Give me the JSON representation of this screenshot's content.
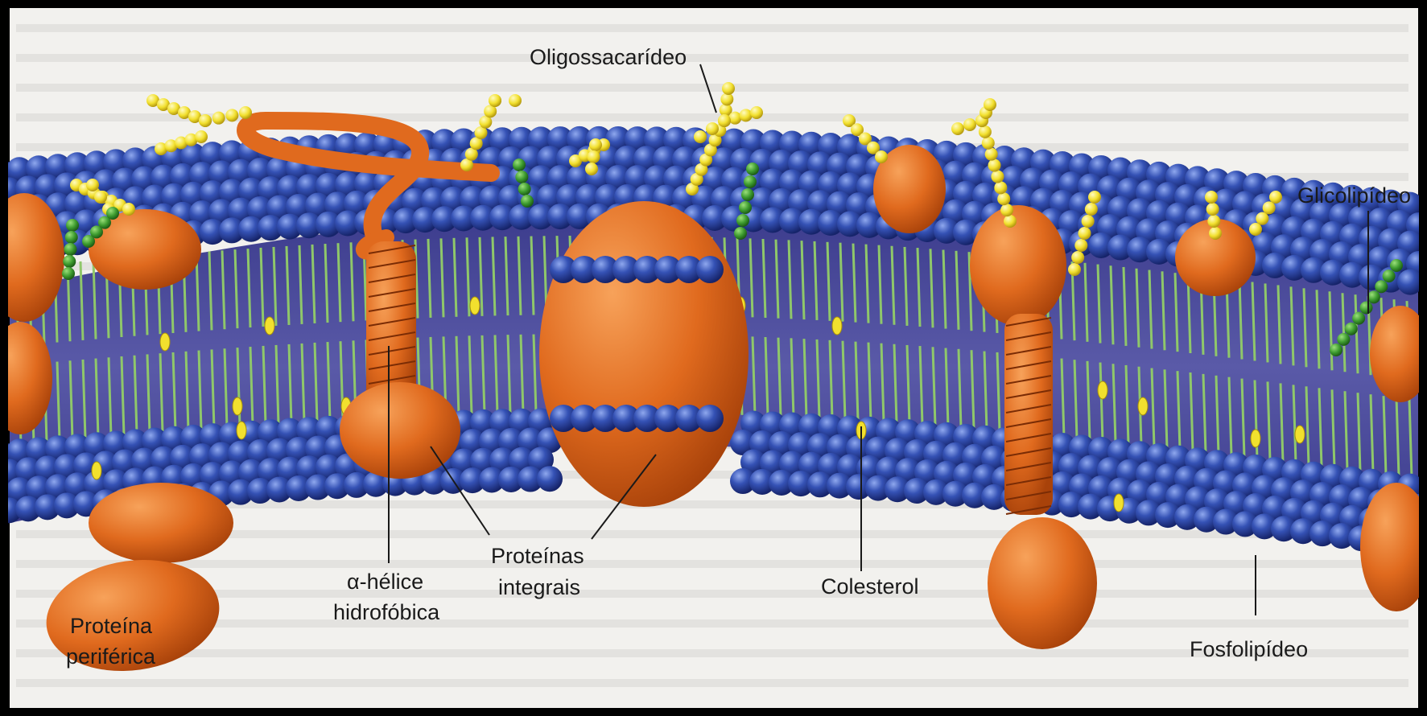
{
  "labels": {
    "oligossacarideo": "Oligossacarídeo",
    "glicolipideo": "Glicolipídeo",
    "proteina_periferica_1": "Proteína",
    "proteina_periferica_2": "periférica",
    "alfa_helice_1": "α-hélice",
    "alfa_helice_2": "hidrofóbica",
    "proteinas_integrais_1": "Proteínas",
    "proteinas_integrais_2": "integrais",
    "colesterol": "Colesterol",
    "fosfolipideo": "Fosfolipídeo"
  },
  "colors": {
    "frame": "#000000",
    "page": "#f2f1ee",
    "phospholipid_head": "#3552b5",
    "lipid_tail": "#8fc76a",
    "bilayer_core": "#4a4a9c",
    "protein": "#e06a1e",
    "carbohydrate": "#f2e02e",
    "glycolipid_chain": "#3c9a2e"
  }
}
